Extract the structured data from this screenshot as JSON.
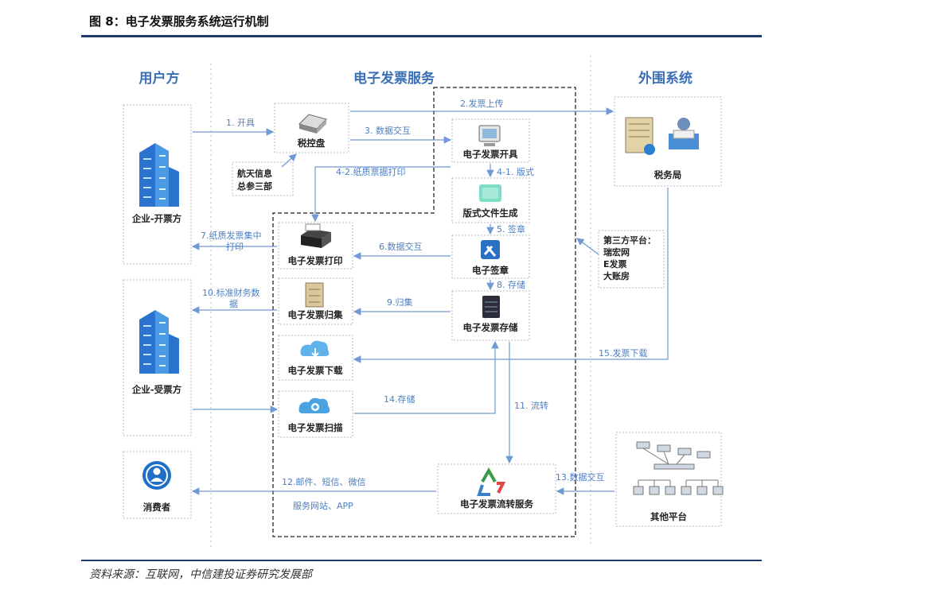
{
  "figure_title": "图 8：电子发票服务系统运行机制",
  "source": "资料来源：互联网，中信建投证券研究发展部",
  "columns": {
    "user": "用户方",
    "service": "电子发票服务",
    "external": "外围系统"
  },
  "boxes": {
    "issuer": "企业-开票方",
    "receiver": "企业-受票方",
    "consumer": "消费者",
    "tax_control": "税控盘",
    "aerospace_note_line1": "航天信息",
    "aerospace_note_line2": "总参三部",
    "issue": "电子发票开具",
    "layout_gen": "版式文件生成",
    "signature": "电子签章",
    "storage": "电子发票存储",
    "print": "电子发票打印",
    "archive": "电子发票归集",
    "download": "电子发票下载",
    "scan": "电子发票扫描",
    "circulation": "电子发票流转服务",
    "tax_bureau": "税务局",
    "third_party_line1": "第三方平台：",
    "third_party_line2": "瑞宏网",
    "third_party_line3": "E发票",
    "third_party_line4": "大账房",
    "other_platform": "其他平台"
  },
  "arrows": {
    "a1": "1. 开具",
    "a2": "2.发票上传",
    "a3": "3. 数据交互",
    "a41": "4-1. 版式",
    "a42": "4-2.纸质票据打印",
    "a5": "5. 签章",
    "a6": "6.数据交互",
    "a7_line1": "7.纸质发票集中",
    "a7_line2": "打印",
    "a8": "8. 存储",
    "a9": "9.归集",
    "a10_line1": "10.标准财务数",
    "a10_line2": "据",
    "a11": "11. 流转",
    "a12_line1": "12.邮件、短信、微信",
    "a12_line2": "服务网站、APP",
    "a13": "13.数据交互",
    "a14": "14.存储",
    "a15": "15.发票下载"
  },
  "colors": {
    "accent": "#3b6fb5",
    "arrow": "#6f9ad3",
    "rule": "#1f3a6b",
    "building": "#2f7fd6"
  }
}
